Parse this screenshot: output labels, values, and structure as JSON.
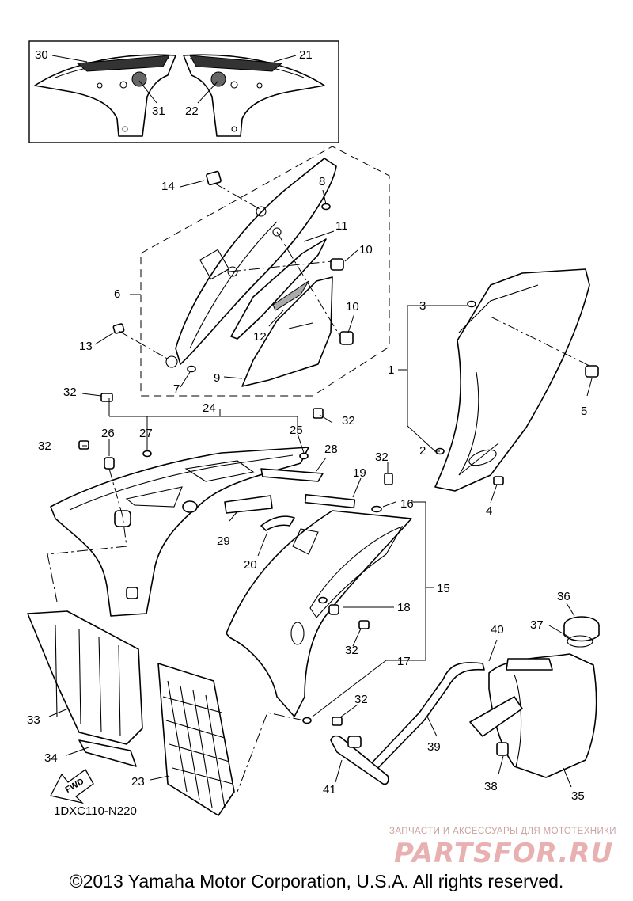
{
  "figure_code": "1DXC110-N220",
  "fwd_label": "FWD",
  "watermark": {
    "tagline": "ЗАПЧАСТИ И АКСЕССУАРЫ ДЛЯ МОТОТЕХНИКИ",
    "logo": "PARTSFOR.RU"
  },
  "copyright": "©2013 Yamaha Motor Corporation, U.S.A. All rights reserved.",
  "callouts": [
    "1",
    "2",
    "3",
    "4",
    "5",
    "6",
    "7",
    "8",
    "9",
    "10",
    "10",
    "11",
    "12",
    "13",
    "14",
    "15",
    "16",
    "17",
    "18",
    "19",
    "20",
    "21",
    "22",
    "23",
    "24",
    "25",
    "26",
    "27",
    "28",
    "29",
    "30",
    "31",
    "32",
    "32",
    "32",
    "32",
    "32",
    "32",
    "33",
    "34",
    "35",
    "36",
    "37",
    "38",
    "39",
    "40",
    "41"
  ]
}
